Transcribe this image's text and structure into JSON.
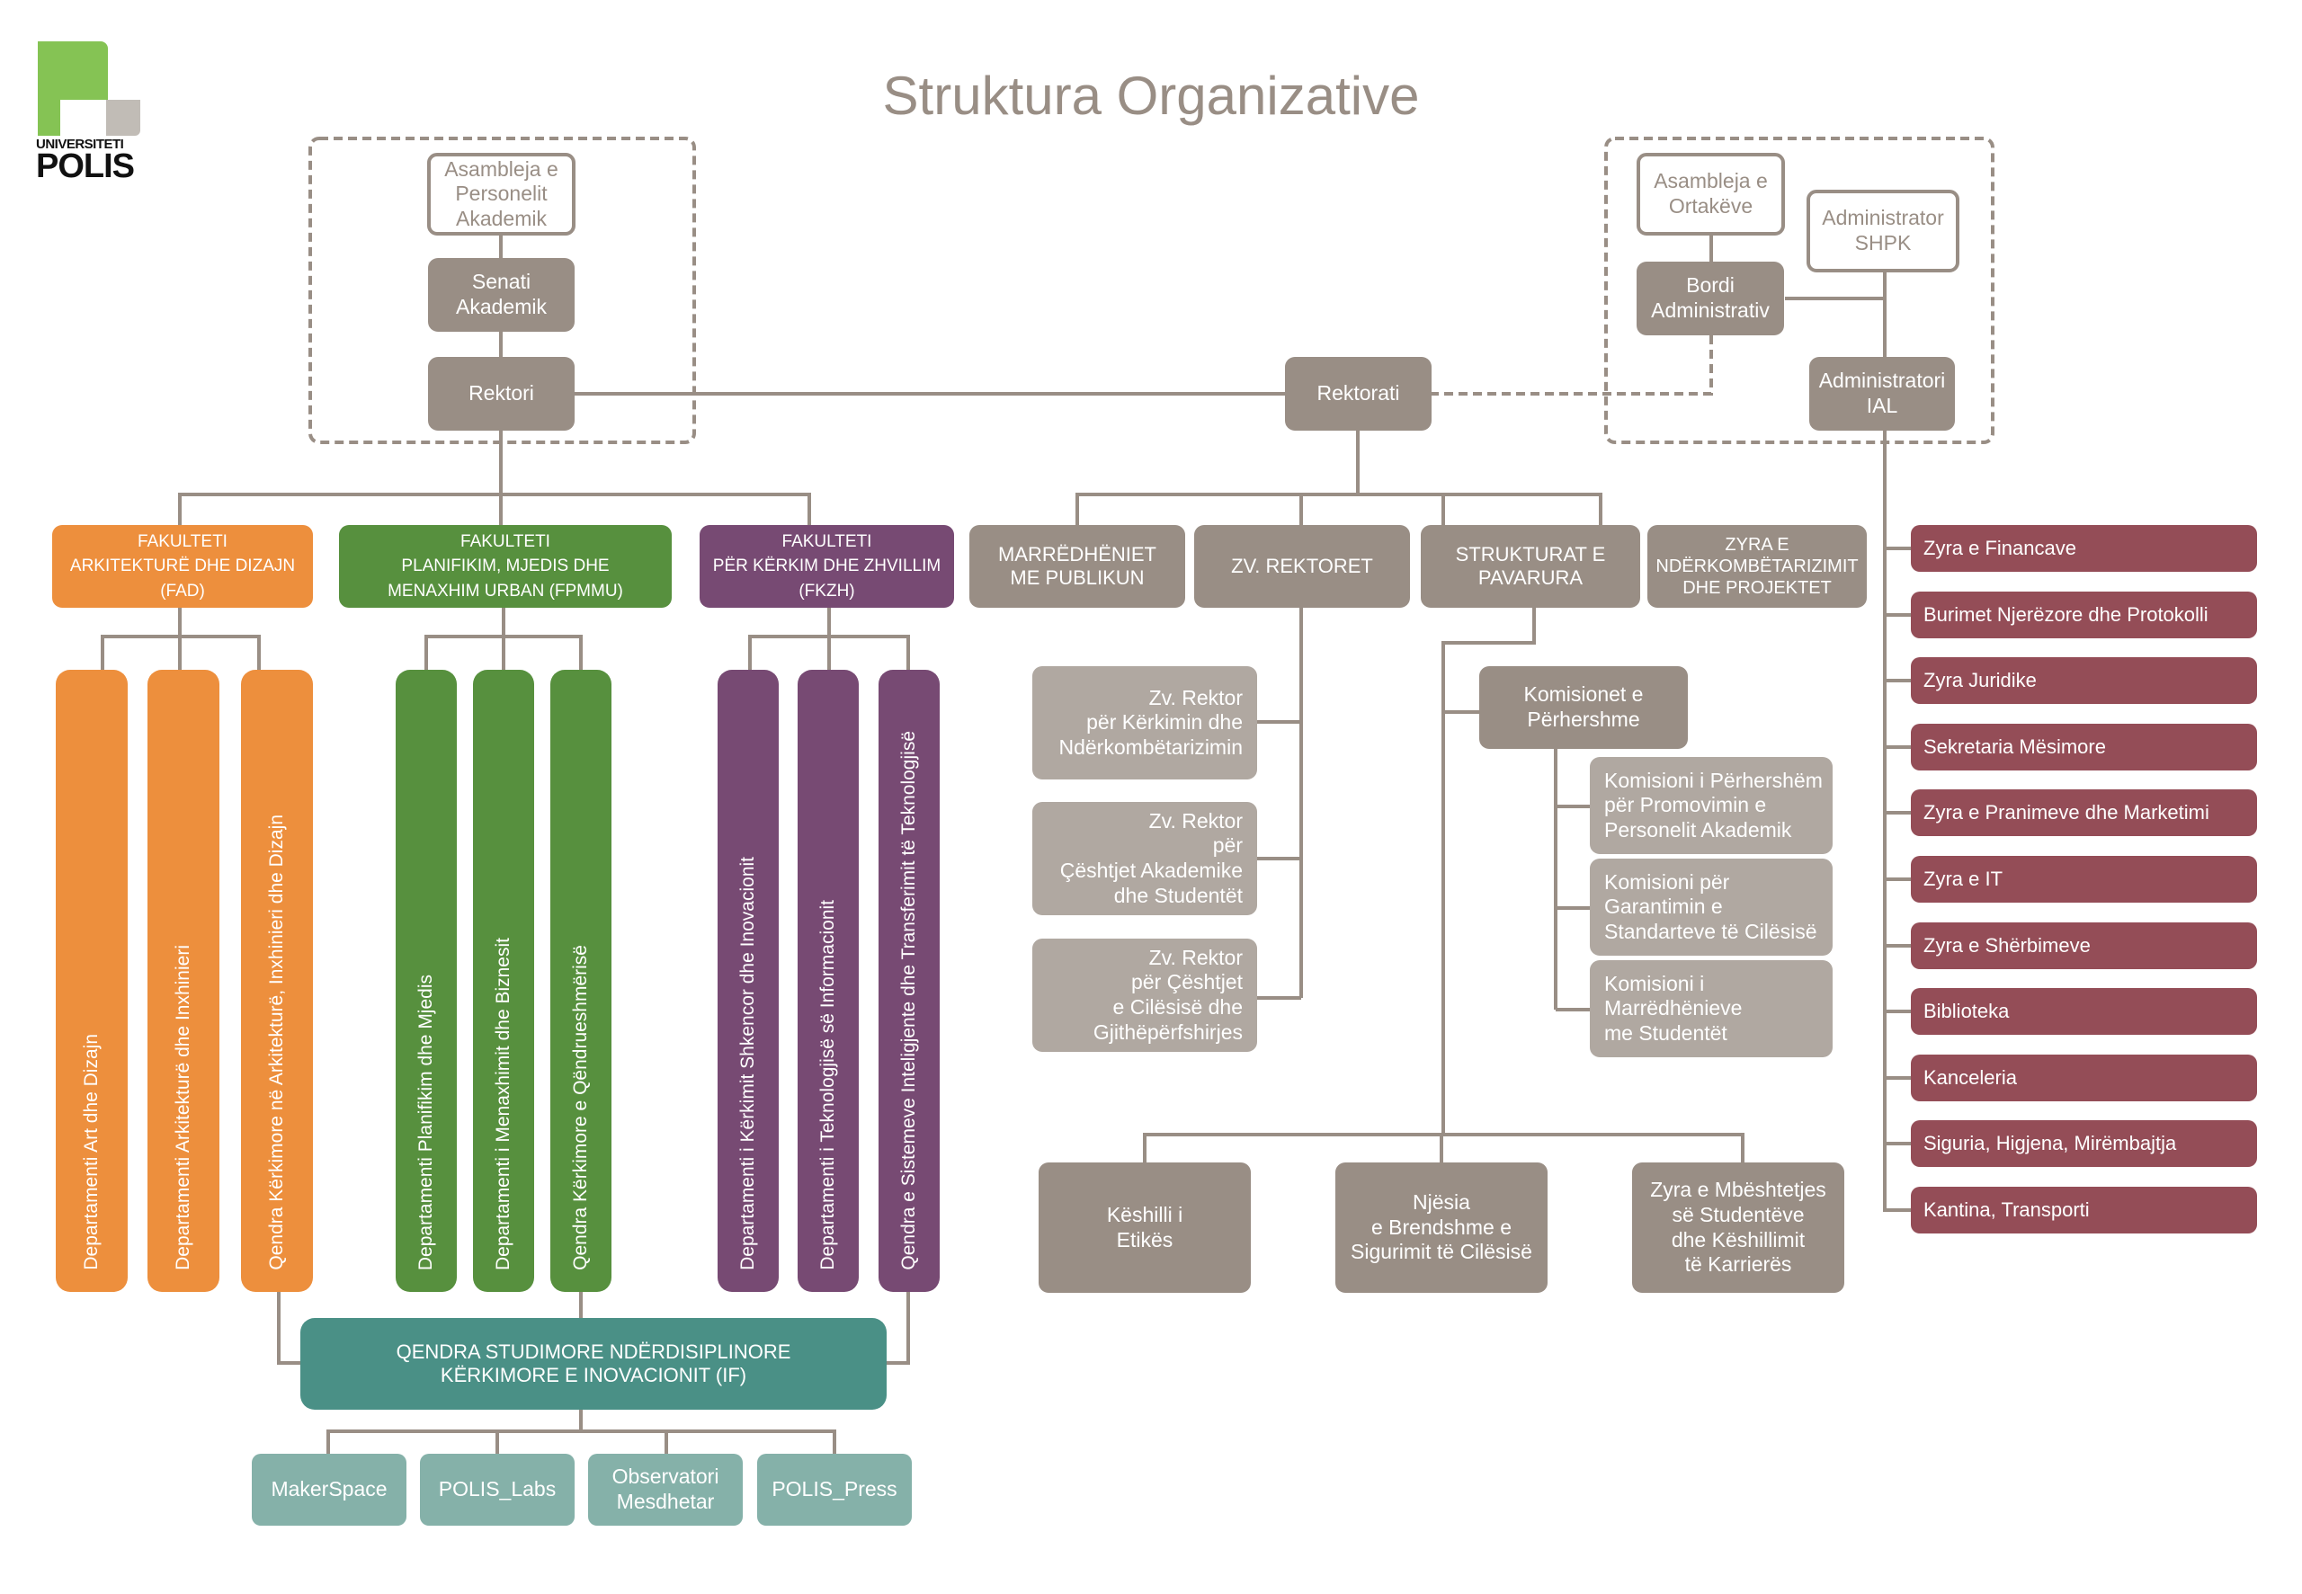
{
  "logo": {
    "line1": "UNIVERSITETI",
    "line2": "POLIS"
  },
  "title": "Struktura Organizative",
  "colors": {
    "grey": "#998e85",
    "light_grey": "#b0a8a1",
    "fad": "#ed8f3d",
    "fpmmu": "#57903e",
    "fkzh": "#774a73",
    "admin_offices": "#944d57",
    "if_center": "#4a9086",
    "if_units": "#85b1a9",
    "logo_green": "#85c354"
  },
  "governance": {
    "asambleja_personelit": "Asambleja e\nPersonelit\nAkademik",
    "senati": "Senati\nAkademik",
    "rektori": "Rektori",
    "rektorati": "Rektorati",
    "asambleja_ortakeve": "Asambleja e\nOrtakëve",
    "administrator_shpk": "Administrator\nSHPK",
    "bordi": "Bordi\nAdministrativ",
    "administratori_ial": "Administratori\nIAL"
  },
  "faculties": [
    {
      "name": "FAKULTETI\nARKITEKTURË DHE DIZAJN\n(FAD)",
      "departments": [
        "Departamenti Art dhe Dizajn",
        "Departamenti Arkitekturë dhe Inxhinieri",
        "Qendra Kërkimore në Arkitekturë, Inxhinieri dhe Dizajn"
      ]
    },
    {
      "name": "FAKULTETI\nPLANIFIKIM, MJEDIS DHE\nMENAXHIM URBAN (FPMMU)",
      "departments": [
        "Departamenti Planifikim dhe Mjedis",
        "Departamenti i Menaxhimit dhe Biznesit",
        "Qendra Kërkimore e Qëndrueshmërisë"
      ]
    },
    {
      "name": "FAKULTETI\nPËR KËRKIM DHE ZHVILLIM\n(FKZH)",
      "departments": [
        "Departamenti i Kërkimit Shkencor dhe Inovacionit",
        "Departamenti i Teknologjisë së Informacionit",
        "Qendra e Sistemeve Inteligjente dhe Transferimit të Teknologjisë"
      ]
    }
  ],
  "interdisciplinary": {
    "name": "QENDRA STUDIMORE NDËRDISIPLINORE\nKËRKIMORE E INOVACIONIT (IF)",
    "units": [
      "MakerSpace",
      "POLIS_Labs",
      "Observatori\nMesdhetar",
      "POLIS_Press"
    ]
  },
  "rektorati_units": [
    "MARRËDHËNIET\nME PUBLIKUN",
    "ZV. REKTORET",
    "STRUKTURAT E\nPAVARURA",
    "ZYRA E\nNDËRKOMBËTARIZIMIT\nDHE PROJEKTET"
  ],
  "vice_rectors": [
    "Zv. Rektor\npër Kërkimin dhe\nNdërkombëtarizimin",
    "Zv. Rektor\npër\nÇështjet Akademike\ndhe Studentët",
    "Zv. Rektor\npër Çështjet\ne Cilësisë dhe\nGjithëpërfshirjes"
  ],
  "standing_commissions": {
    "name": "Komisionet e\nPërhershme",
    "items": [
      "Komisioni i Përhershëm\npër Promovimin e\nPersonelit Akademik",
      "Komisioni për\nGarantimin e\nStandarteve të Cilësisë",
      "Komisioni i\nMarrëdhënieve\nme Studentët"
    ]
  },
  "independent_units": [
    "Këshilli i\nEtikës",
    "Njësia\ne Brendshme e\nSigurimit të Cilësisë",
    "Zyra e Mbështetjes\nsë Studentëve\ndhe Këshillimit\ntë Karrierës"
  ],
  "admin_offices": [
    "Zyra e Financave",
    "Burimet Njerëzore dhe Protokolli",
    "Zyra Juridike",
    "Sekretaria Mësimore",
    "Zyra e Pranimeve dhe Marketimi",
    "Zyra e IT",
    "Zyra e Shërbimeve",
    "Biblioteka",
    "Kanceleria",
    "Siguria, Higjena, Mirëmbajtja",
    "Kantina, Transporti"
  ]
}
